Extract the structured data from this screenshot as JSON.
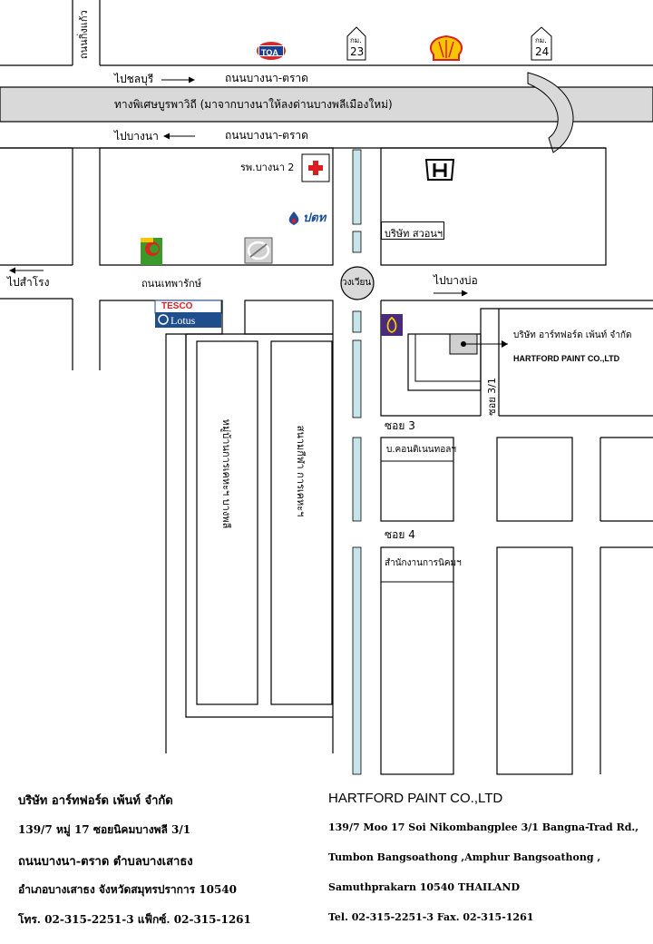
{
  "map": {
    "top_road_vertical": "ถนนกิ่งแก้ว",
    "km_markers": [
      {
        "label": "กม.",
        "value": "23"
      },
      {
        "label": "กม.",
        "value": "24"
      }
    ],
    "brand_toa": "TOA",
    "to_chonburi": "ไปชลบุรี",
    "bangna_trad_road": "ถนนบางนา-ตราด",
    "expressway": "ทางพิเศษบูรพาวิถี  (มาจากบางนาให้ลงด่านบางพลีเมืองใหม่)",
    "to_bangna": "ไปบางนา",
    "hospital": "รพ.บางนา 2",
    "brand_ptt": "ปตท",
    "company_suan": "บริษัท สวอนฯ",
    "to_samrong": "ไปสำโรง",
    "thepharak_road": "ถนนเทพารักษ์",
    "roundabout": "วงเวียน",
    "to_bangbo": "ไปบางบ่อ",
    "tesco_top": "TESCO",
    "tesco_bottom": "Lotus",
    "hartford_th": "บริษัท อาร์ทฟอร์ด เพ้นท์ จำกัด",
    "hartford_en": "HARTFORD PAINT CO.,LTD",
    "soi_31": "ซอย 3/1",
    "soi_3": "ซอย 3",
    "soi_4": "ซอย 4",
    "continental": "บ.คอนติเนนทอลฯ",
    "estate_office": "สำนักงานการนิคมฯ",
    "village": "หมู่บ้านการเคหะฯ บางพลี",
    "stadium": "สนามกีฬา การเคหะฯ"
  },
  "address_th": {
    "company": "บริษัท อาร์ทฟอร์ด เพ้นท์ จำกัด",
    "line1": "139/7 หมู่ 17 ซอยนิคมบางพลี 3/1",
    "line2": "ถนนบางนา-ตราด ตำบลบางเสาธง",
    "line3": "อำเภอบางเสาธง จังหวัดสมุทรปราการ  10540",
    "line4": "โทร. 02-315-2251-3   แฟ็กซ์. 02-315-1261"
  },
  "address_en": {
    "company": "HARTFORD PAINT CO.,LTD",
    "line1": "139/7 Moo 17  Soi Nikombangplee 3/1  Bangna-Trad Rd.,",
    "line2": "Tumbon Bangsoathong ,Amphur Bangsoathong ,",
    "line3": "Samuthprakarn  10540   THAILAND",
    "line4": "Tel. 02-315-2251-3   Fax. 02-315-1261"
  },
  "colors": {
    "expressway_fill": "#d9d9d9",
    "median_fill": "#c6e4ea",
    "toa_red": "#d42a2a",
    "toa_blue": "#1b3f8f",
    "shell_yellow": "#f6c700",
    "shell_red": "#dd1d21",
    "ptt_blue": "#1d4f9c",
    "tesco_blue": "#1f4e8c",
    "scb_purple": "#4a2a7a",
    "cp_green": "#3a9a2a",
    "cp_red": "#e0231c"
  },
  "icons": [
    "toa-logo",
    "shell-logo",
    "km-marker",
    "hospital-cross-icon",
    "honda-logo",
    "ptt-logo",
    "cp-logo",
    "tesco-lotus-logo",
    "scb-logo",
    "leaf-logo",
    "arrow-icon"
  ]
}
